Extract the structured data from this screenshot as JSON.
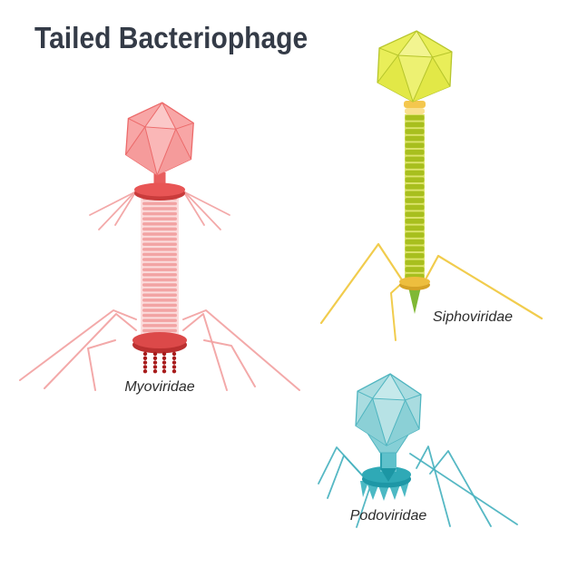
{
  "title": "Tailed Bacteriophage",
  "phages": [
    {
      "name": "Myoviridae",
      "label": "Myoviridae",
      "color_family": "pink-red",
      "parts": [
        "icosahedral head",
        "neck",
        "collar with whiskers",
        "contractile striped sheath",
        "baseplate",
        "tail spikes",
        "long tail fibers"
      ]
    },
    {
      "name": "Siphoviridae",
      "label": "Siphoviridae",
      "color_family": "yellow-green",
      "parts": [
        "icosahedral head",
        "collar",
        "long segmented non-contractile tail",
        "baseplate",
        "central spike",
        "tail fibers"
      ]
    },
    {
      "name": "Podoviridae",
      "label": "Podoviridae",
      "color_family": "teal",
      "parts": [
        "icosahedral head",
        "short tail",
        "baseplate",
        "spiked base",
        "tail fibers"
      ]
    }
  ],
  "palette": {
    "background": "#FFFFFF",
    "title_color": "#343B47",
    "label_color": "#2D2D2D",
    "myo_head": "#F8A6A6",
    "myo_head_top": "#FBC8C8",
    "myo_head_mid": "#FAB7B7",
    "myo_head_dark": "#F59B9B",
    "myo_head_line": "#EC6A6A",
    "myo_neck": "#E85E5E",
    "myo_collar": "#E85555",
    "myo_collar_dark": "#C93B3B",
    "myo_stripe": "#F2A3A3",
    "myo_stripe_bg": "#FBDCDC",
    "myo_base": "#DC4949",
    "myo_base_dark": "#BA3030",
    "myo_bead": "#A81C1C",
    "myo_fiber": "#F2A2A2",
    "sipho_head": "#E9EE59",
    "sipho_head_top": "#F2F490",
    "sipho_head_mid": "#EDF172",
    "sipho_head_dark": "#E2E847",
    "sipho_head_line": "#B6C52B",
    "sipho_collar1": "#F4C74E",
    "sipho_collar2": "#F9E08E",
    "sipho_seg": "#A8BF1E",
    "sipho_seg_bg": "#DDE46C",
    "sipho_base": "#EDBE3E",
    "sipho_base_dark": "#D5A226",
    "sipho_spike": "#7FB835",
    "sipho_fiber": "#F0C83E",
    "podo_head": "#A9DCE0",
    "podo_head_top": "#C6E9EB",
    "podo_head_mid": "#B7E2E5",
    "podo_head_dark": "#8BD0D6",
    "podo_head_line": "#4FB5C0",
    "podo_funnel": "#86CFD6",
    "podo_tail": "#5FC1CB",
    "podo_tail_tip": "#1C96A4",
    "podo_base": "#2FA9B6",
    "podo_base_dark": "#1E97A6",
    "podo_teeth": "#4CB9C4",
    "podo_fiber": "#48B2BF"
  }
}
